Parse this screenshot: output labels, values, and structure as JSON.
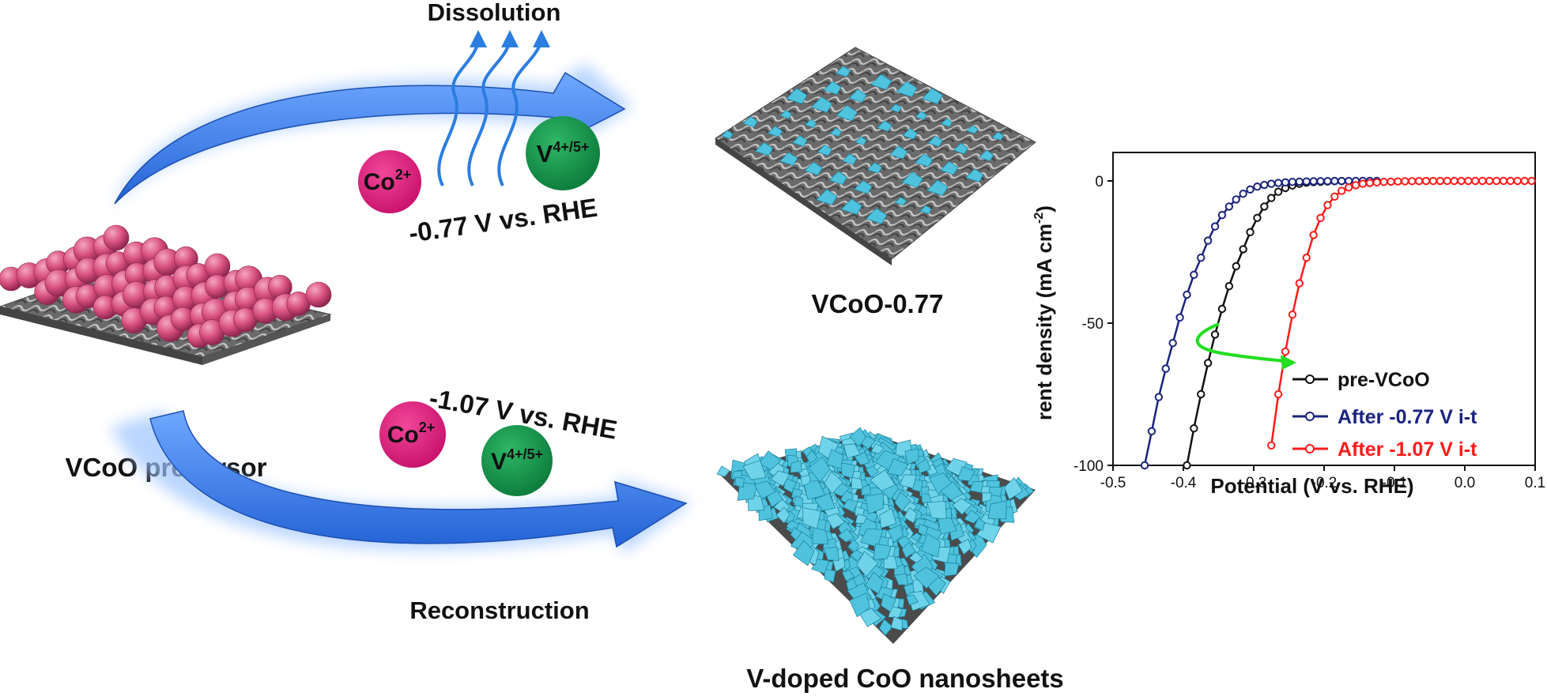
{
  "diagram": {
    "top_path": {
      "label": "Dissolution",
      "potential": "-0.77 V vs. RHE",
      "product": "VCoO-0.77"
    },
    "bottom_path": {
      "label": "Reconstruction",
      "potential": "-1.07 V vs. RHE",
      "product": "V-doped CoO nanosheets"
    },
    "precursor": "VCoO precursor",
    "ions": {
      "co": "Co",
      "co_charge": "2+",
      "v": "V",
      "v_charge": "4+/5+"
    },
    "colors": {
      "co_ion": "#e0147a",
      "v_ion": "#12994a",
      "arrow": "#3b82f0",
      "sheet": "#4fc3de",
      "sphere": "#d9507e",
      "substrate": "#6b6b6b"
    }
  },
  "chart_data": {
    "type": "line",
    "xlabel": "Potential (V vs. RHE)",
    "ylabel": "rent density (mA cm",
    "ylabel_sup": "-2",
    "xlim": [
      -0.5,
      0.1
    ],
    "ylim": [
      -100,
      10
    ],
    "xticks": [
      "-0.5",
      "-0.4",
      "-0.3",
      "-0.2",
      "-0.1",
      "0.0",
      "0.1"
    ],
    "yticks": [
      "0",
      "-50",
      "-100"
    ],
    "legend_position": "bottom-right",
    "series": [
      {
        "name": "pre-VCoO",
        "color": "#111111",
        "x": [
          -0.395,
          -0.385,
          -0.375,
          -0.365,
          -0.355,
          -0.345,
          -0.335,
          -0.325,
          -0.315,
          -0.305,
          -0.295,
          -0.285,
          -0.275,
          -0.265,
          -0.255,
          -0.245,
          -0.235,
          -0.225,
          -0.215,
          -0.205,
          -0.195,
          -0.185,
          -0.175
        ],
        "y": [
          -100,
          -87,
          -75,
          -64,
          -54,
          -45,
          -37,
          -30,
          -24,
          -18,
          -13,
          -9,
          -6,
          -3.8,
          -2.5,
          -1.6,
          -1.0,
          -0.6,
          -0.4,
          -0.3,
          -0.2,
          -0.1,
          -0.05
        ]
      },
      {
        "name": "After -0.77 V i-t",
        "color": "#1a237e",
        "x": [
          -0.455,
          -0.445,
          -0.435,
          -0.425,
          -0.415,
          -0.405,
          -0.395,
          -0.385,
          -0.375,
          -0.365,
          -0.355,
          -0.345,
          -0.335,
          -0.325,
          -0.315,
          -0.305,
          -0.295,
          -0.285,
          -0.275,
          -0.265,
          -0.255,
          -0.245,
          -0.235,
          -0.225,
          -0.215,
          -0.205,
          -0.195,
          -0.185,
          -0.175,
          -0.165,
          -0.155,
          -0.145,
          -0.135,
          -0.125
        ],
        "y": [
          -100,
          -88,
          -76,
          -66,
          -57,
          -48,
          -40,
          -33,
          -27,
          -21,
          -16,
          -12,
          -9,
          -6.5,
          -4.5,
          -3,
          -2,
          -1.4,
          -1,
          -0.7,
          -0.5,
          -0.35,
          -0.25,
          -0.18,
          -0.12,
          -0.08,
          -0.05,
          -0.03,
          -0.02,
          -0.01,
          0,
          0,
          0,
          0
        ]
      },
      {
        "name": "After -1.07 V i-t",
        "color": "#ff1a1a",
        "x": [
          -0.275,
          -0.265,
          -0.255,
          -0.245,
          -0.235,
          -0.225,
          -0.215,
          -0.205,
          -0.195,
          -0.185,
          -0.175,
          -0.165,
          -0.155,
          -0.145,
          -0.135,
          -0.125,
          -0.115,
          -0.105,
          -0.095,
          -0.085,
          -0.075,
          -0.065,
          -0.055,
          -0.045,
          -0.035,
          -0.025,
          -0.015,
          -0.005,
          0.005,
          0.015,
          0.025,
          0.035,
          0.045,
          0.055,
          0.065,
          0.075,
          0.085,
          0.095
        ],
        "y": [
          -93,
          -75,
          -60,
          -47,
          -36,
          -27,
          -19,
          -13,
          -8.5,
          -5.5,
          -3.5,
          -2.3,
          -1.5,
          -1,
          -0.7,
          -0.5,
          -0.35,
          -0.25,
          -0.18,
          -0.12,
          -0.08,
          -0.05,
          -0.03,
          -0.02,
          -0.01,
          0,
          0,
          0,
          0,
          0,
          0,
          0,
          0,
          0,
          0,
          0,
          0,
          0
        ]
      }
    ]
  }
}
